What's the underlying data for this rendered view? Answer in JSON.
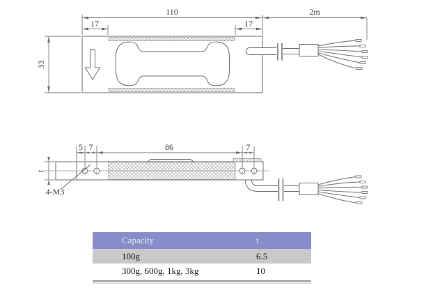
{
  "drawing": {
    "top_view": {
      "dim_length": "110",
      "dim_left_end": "17",
      "dim_right_end": "17",
      "dim_cable_length": "2m",
      "dim_width": "33"
    },
    "side_view": {
      "dim_hole_offset": "5",
      "dim_hole_pitch_left": "7",
      "dim_beam_length": "86",
      "dim_hole_pitch_right": "7",
      "dim_thickness": "t",
      "thread_label": "4-M3"
    }
  },
  "spec_table": {
    "headers": [
      "Capacity",
      "t"
    ],
    "rows": [
      {
        "capacity": "100g",
        "t": "6.5"
      },
      {
        "capacity": "300g, 600g, 1kg, 3kg",
        "t": "10"
      }
    ],
    "colors": {
      "header_bg": "#878dc8",
      "header_text": "#e9ebf6",
      "alt_row_bg": "#c9c9c9",
      "row_bg": "#ffffff",
      "bottom_rule_dark": "#9a9a9a",
      "bottom_rule_light": "#d9d9d9",
      "line_color": "#6e6e6e"
    }
  }
}
